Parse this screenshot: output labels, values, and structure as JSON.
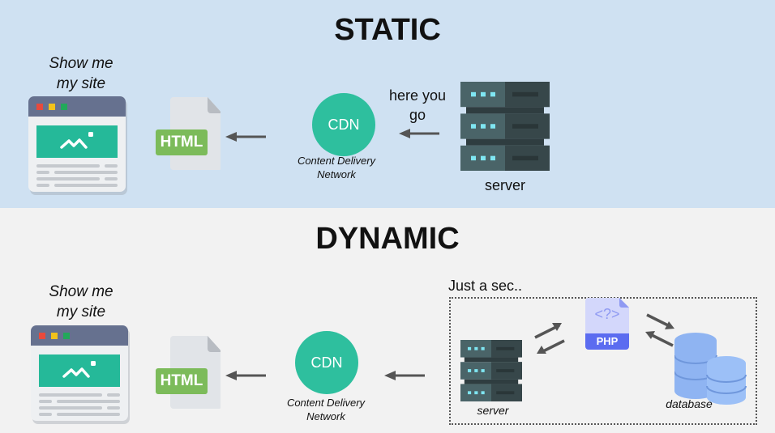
{
  "static": {
    "title": "STATIC",
    "request_label": "Show me my site",
    "request_line1": "Show me",
    "request_line2": "my site",
    "html_label": "HTML",
    "cdn_label": "CDN",
    "cdn_caption_line1": "Content Delivery",
    "cdn_caption_line2": "Network",
    "response_line1": "here you",
    "response_line2": "go",
    "server_label": "server"
  },
  "dynamic": {
    "title": "DYNAMIC",
    "request_line1": "Show me",
    "request_line2": "my site",
    "html_label": "HTML",
    "cdn_label": "CDN",
    "cdn_caption_line1": "Content Delivery",
    "cdn_caption_line2": "Network",
    "processing_label": "Just a sec..",
    "server_label": "server",
    "php_label": "PHP",
    "php_glyph": "<?>",
    "database_label": "database"
  },
  "colors": {
    "static_bg": "#cfe1f2",
    "dynamic_bg": "#f2f2f2",
    "cdn": "#2ebf9e",
    "html_badge": "#7cbb5a",
    "server_light": "#4a6468",
    "server_dark": "#37474a",
    "led": "#7fe6f2",
    "php": "#5b6cf0",
    "database": "#8fb4f2",
    "arrow": "#555555"
  }
}
